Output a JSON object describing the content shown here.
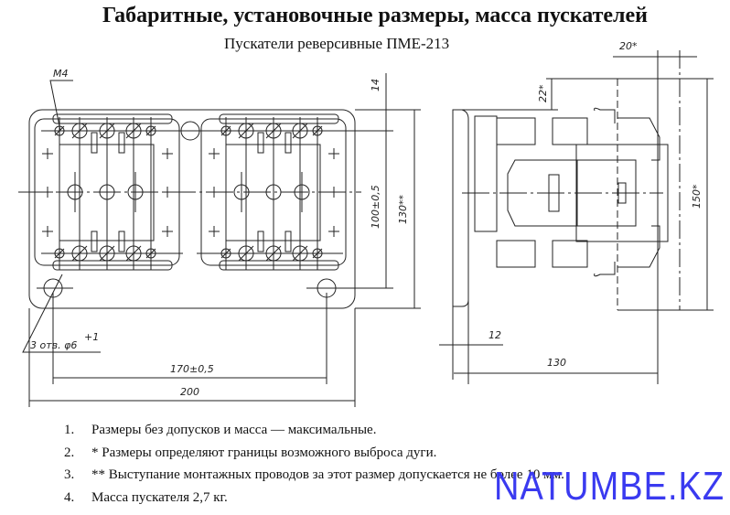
{
  "title": "Габаритные, установочные размеры, масса пускателей",
  "subtitle": "Пускатели  реверсивные ПМЕ-213",
  "dimensions": {
    "thread": "M4",
    "holes": "3 отв. φ6",
    "holes_tol": "+1",
    "d14": "14",
    "d100": "100±0,5",
    "d130": "130**",
    "d170": "170±0,5",
    "d200": "200",
    "d20": "20*",
    "d22": "22*",
    "d150": "150*",
    "d12": "12",
    "d130side": "130"
  },
  "notes": [
    {
      "num": "1.",
      "text": "Размеры без допусков и масса — максимальные."
    },
    {
      "num": "2.",
      "text": "* Размеры определяют границы возможного выброса дуги."
    },
    {
      "num": "3.",
      "text": "** Выступание монтажных проводов за этот размер допускается не более 10 мм."
    },
    {
      "num": "4.",
      "text": " Масса пускателя 2,7 кг."
    }
  ],
  "watermark": "NATUMBE.KZ",
  "colors": {
    "line": "#222222",
    "watermark": "#3a3af0"
  }
}
